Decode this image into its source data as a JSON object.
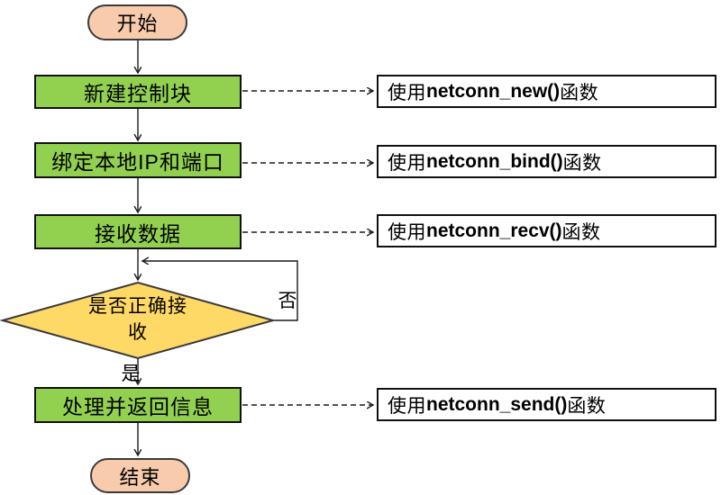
{
  "flowchart": {
    "start": {
      "label": "开始"
    },
    "end": {
      "label": "结束"
    },
    "steps": [
      {
        "label": "新建控制块",
        "note": {
          "prefix": "使用",
          "func": "netconn_new()",
          "suffix": "函数"
        }
      },
      {
        "label": "绑定本地IP和端口",
        "note": {
          "prefix": "使用",
          "func": "netconn_bind()",
          "suffix": "函数"
        }
      },
      {
        "label": "接收数据",
        "note": {
          "prefix": "使用",
          "func": "netconn_recv()",
          "suffix": "函数"
        }
      },
      {
        "label": "处理并返回信息",
        "note": {
          "prefix": "使用",
          "func": "netconn_send()",
          "suffix": "函数"
        }
      }
    ],
    "decision": {
      "label": "是否正确接收",
      "yes_label": "是",
      "no_label": "否"
    },
    "colors": {
      "process_fill": "#92D050",
      "decision_fill": "#FFD966",
      "terminal_fill": "#F8CBAD",
      "note_fill": "#FFFFFF",
      "line": "#1a1a1a"
    }
  }
}
